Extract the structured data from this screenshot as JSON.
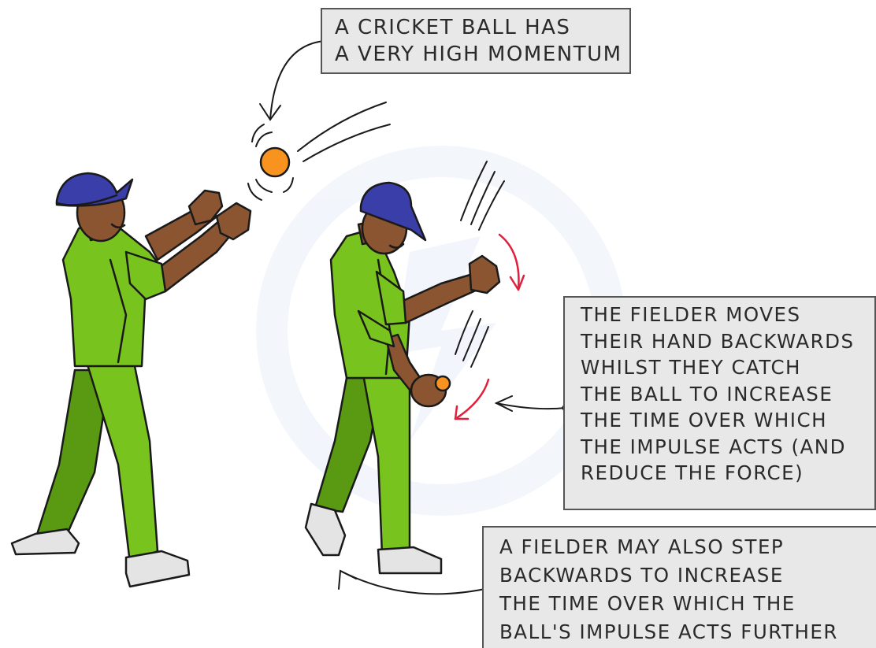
{
  "callouts": {
    "momentum": {
      "lines": [
        "A CRICKET BALL HAS",
        "A VERY HIGH MOMENTUM"
      ]
    },
    "hand_backwards": {
      "lines": [
        "THE FIELDER MOVES",
        "THEIR HAND BACKWARDS",
        "WHILST THEY CATCH",
        "THE BALL TO INCREASE",
        "THE TIME OVER WHICH",
        "THE IMPULSE ACTS (AND",
        "REDUCE THE FORCE)"
      ]
    },
    "step_backwards": {
      "lines": [
        "A FIELDER MAY ALSO STEP",
        "BACKWARDS TO INCREASE",
        "THE TIME OVER WHICH THE",
        "BALL'S IMPULSE ACTS FURTHER"
      ]
    }
  },
  "colors": {
    "shirt": "#79c31e",
    "shirt_dark": "#5a9a12",
    "cap": "#3a3ea8",
    "skin": "#8a5530",
    "ball": "#f7931e",
    "shoe": "#e4e4e4",
    "motion_arrow": "#e0203c",
    "callout_bg": "#e8e8e8",
    "outline": "#1a1a1a"
  },
  "icons": {
    "ball": "cricket-ball-icon",
    "cap": "baseball-cap-icon"
  }
}
